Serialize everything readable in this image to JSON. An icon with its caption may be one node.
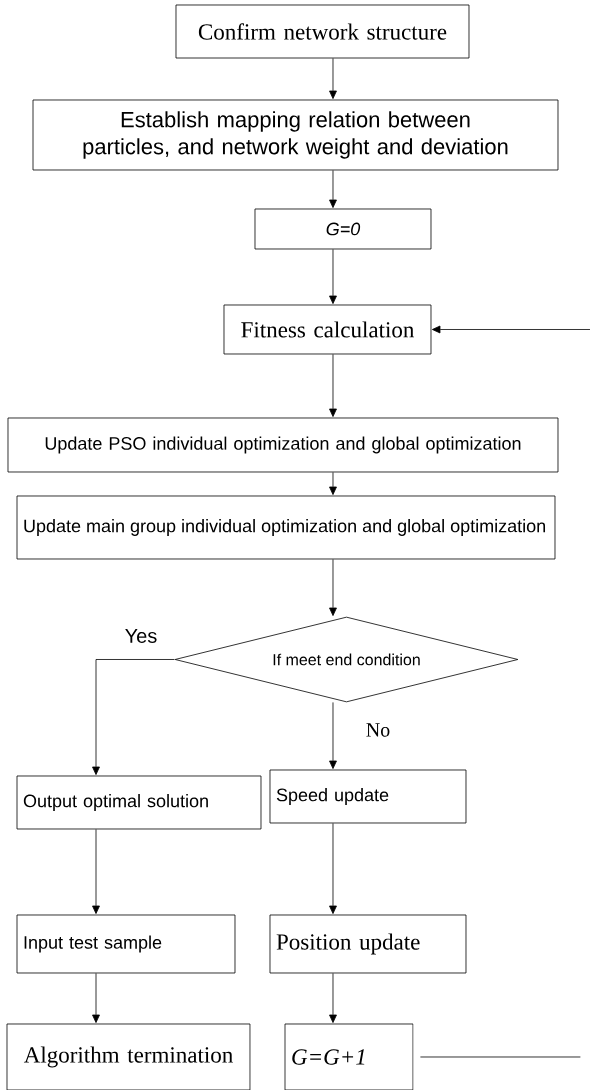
{
  "diagram": {
    "nodes": [
      {
        "text": [
          "Confirm network structure"
        ]
      },
      {
        "text": [
          "Establish mapping relation between particles, and network weight and deviation"
        ]
      },
      {
        "text": [
          "*G=0*"
        ]
      },
      {
        "text": [
          "Fitness calculation"
        ]
      },
      {
        "text": [
          "Update PSO individual optimization and global optimization"
        ]
      },
      {
        "text": [
          "Update main group individual optimization and global optimization"
        ]
      },
      {
        "text": [
          "If meet end condition"
        ]
      },
      {
        "text": [
          "Output optimal solution"
        ]
      },
      {
        "text": [
          "Speed update"
        ]
      },
      {
        "text": [
          "Input test sample"
        ]
      },
      {
        "text": [
          "Position update"
        ]
      },
      {
        "text": [
          "Algorithm termination"
        ]
      },
      {
        "text": [
          "*G=G+1*"
        ]
      }
    ],
    "edges": [
      {
        "from": 0,
        "to": 1,
        "arrow": "to"
      },
      {
        "from": 1,
        "to": 2,
        "arrow": "to"
      },
      {
        "from": 2,
        "to": 3,
        "arrow": "to"
      },
      {
        "from": 3,
        "to": 4,
        "arrow": "to"
      },
      {
        "from": 4,
        "to": 5,
        "arrow": "to"
      },
      {
        "from": 5,
        "to": 6,
        "arrow": "to"
      },
      {
        "from": 6,
        "to": 7,
        "arrow": "to",
        "label": "Yes"
      },
      {
        "from": 6,
        "to": 8,
        "arrow": "to",
        "label": "No"
      },
      {
        "from": 7,
        "to": 9,
        "arrow": "to"
      },
      {
        "from": 8,
        "to": 10,
        "arrow": "to"
      },
      {
        "from": 9,
        "to": 11,
        "arrow": "to"
      },
      {
        "from": 10,
        "to": 12,
        "arrow": "to"
      },
      {
        "from": null,
        "to": 3,
        "arrow": "to"
      },
      {
        "from": 12,
        "to": null,
        "arrow": "none"
      }
    ]
  }
}
